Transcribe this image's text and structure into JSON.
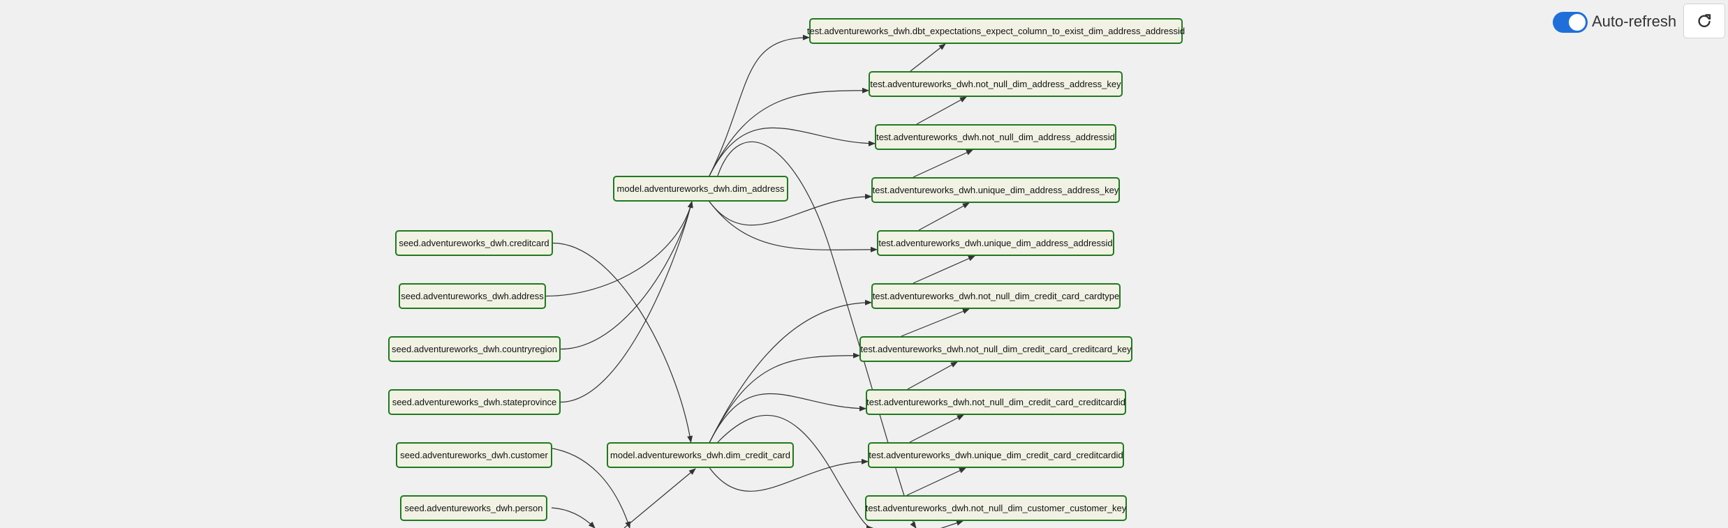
{
  "header": {
    "auto_refresh_label": "Auto-refresh",
    "auto_refresh_on": true,
    "refresh_icon": "refresh-icon"
  },
  "colors": {
    "background": "#f0f0f0",
    "node_border": "#1f7a1f",
    "node_fill": "#f1f2e4",
    "edge": "#333333",
    "toggle_on": "#1e6fd9"
  },
  "graph": {
    "nodes": [
      {
        "id": "seed_creditcard",
        "label": "seed.adventureworks_dwh.creditcard"
      },
      {
        "id": "seed_address",
        "label": "seed.adventureworks_dwh.address"
      },
      {
        "id": "seed_countryregion",
        "label": "seed.adventureworks_dwh.countryregion"
      },
      {
        "id": "seed_stateprovince",
        "label": "seed.adventureworks_dwh.stateprovince"
      },
      {
        "id": "seed_customer",
        "label": "seed.adventureworks_dwh.customer"
      },
      {
        "id": "seed_person",
        "label": "seed.adventureworks_dwh.person"
      },
      {
        "id": "model_dim_address",
        "label": "model.adventureworks_dwh.dim_address"
      },
      {
        "id": "model_dim_credit_card",
        "label": "model.adventureworks_dwh.dim_credit_card"
      },
      {
        "id": "test_expect_col",
        "label": "test.adventureworks_dwh.dbt_expectations_expect_column_to_exist_dim_address_addressid"
      },
      {
        "id": "test_nn_addr_key",
        "label": "test.adventureworks_dwh.not_null_dim_address_address_key"
      },
      {
        "id": "test_nn_addrid",
        "label": "test.adventureworks_dwh.not_null_dim_address_addressid"
      },
      {
        "id": "test_uq_addr_key",
        "label": "test.adventureworks_dwh.unique_dim_address_address_key"
      },
      {
        "id": "test_uq_addrid",
        "label": "test.adventureworks_dwh.unique_dim_address_addressid"
      },
      {
        "id": "test_nn_cc_cardtype",
        "label": "test.adventureworks_dwh.not_null_dim_credit_card_cardtype"
      },
      {
        "id": "test_nn_cc_key",
        "label": "test.adventureworks_dwh.not_null_dim_credit_card_creditcard_key"
      },
      {
        "id": "test_nn_cc_id",
        "label": "test.adventureworks_dwh.not_null_dim_credit_card_creditcardid"
      },
      {
        "id": "test_uq_cc_id",
        "label": "test.adventureworks_dwh.unique_dim_credit_card_creditcardid"
      },
      {
        "id": "test_nn_cust_key",
        "label": "test.adventureworks_dwh.not_null_dim_customer_customer_key"
      }
    ],
    "edges": [
      [
        "seed_address",
        "model_dim_address"
      ],
      [
        "seed_countryregion",
        "model_dim_address"
      ],
      [
        "seed_stateprovince",
        "model_dim_address"
      ],
      [
        "seed_creditcard",
        "model_dim_credit_card"
      ],
      [
        "model_dim_address",
        "test_expect_col"
      ],
      [
        "model_dim_address",
        "test_nn_addr_key"
      ],
      [
        "model_dim_address",
        "test_nn_addrid"
      ],
      [
        "model_dim_address",
        "test_uq_addr_key"
      ],
      [
        "model_dim_address",
        "test_uq_addrid"
      ],
      [
        "model_dim_credit_card",
        "test_nn_cc_cardtype"
      ],
      [
        "model_dim_credit_card",
        "test_nn_cc_key"
      ],
      [
        "model_dim_credit_card",
        "test_nn_cc_id"
      ],
      [
        "model_dim_credit_card",
        "test_uq_cc_id"
      ]
    ]
  }
}
